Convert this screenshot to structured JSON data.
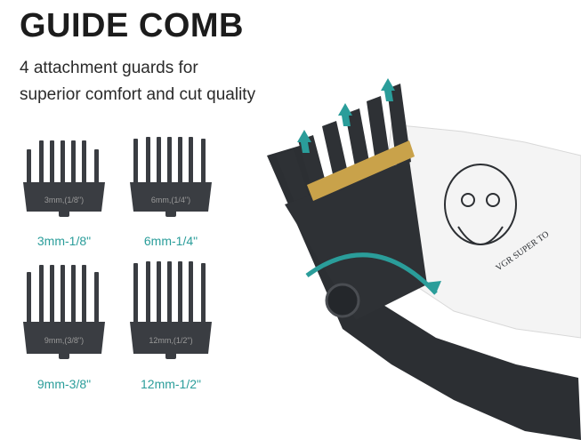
{
  "heading": {
    "title": "GUIDE COMB",
    "subtitle_line1": "4 attachment guards for",
    "subtitle_line2": "superior comfort and cut quality"
  },
  "guards": [
    {
      "label": "3mm-1/8\"",
      "stamp": "3mm,(1/8\")"
    },
    {
      "label": "6mm-1/4\"",
      "stamp": "6mm,(1/4\")"
    },
    {
      "label": "9mm-3/8\"",
      "stamp": "9mm,(3/8\")"
    },
    {
      "label": "12mm-1/2\"",
      "stamp": "12mm,(1/2\")"
    }
  ],
  "product": {
    "body_print": "VGR SUPER TO"
  },
  "colors": {
    "accent": "#2a9d9a",
    "guard": "#3a3d42",
    "blade": "#c9a24a",
    "body": "#f4f4f4"
  }
}
